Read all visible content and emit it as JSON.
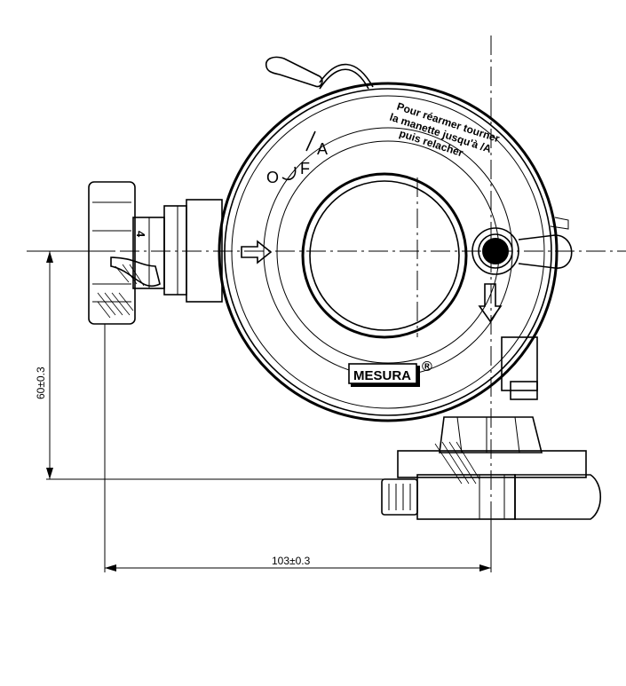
{
  "drawing": {
    "dimension_vertical": "60±0.3",
    "dimension_horizontal": "103±0.3",
    "brand": "MESURA",
    "registered_mark": "®",
    "instruction_line1": "Pour réarmer tourner",
    "instruction_line2": "la manette jusqu'à /A",
    "instruction_line3": "puis relacher",
    "position_a": "A",
    "position_o": "O",
    "position_f": "F",
    "inlet_mark": "4"
  }
}
